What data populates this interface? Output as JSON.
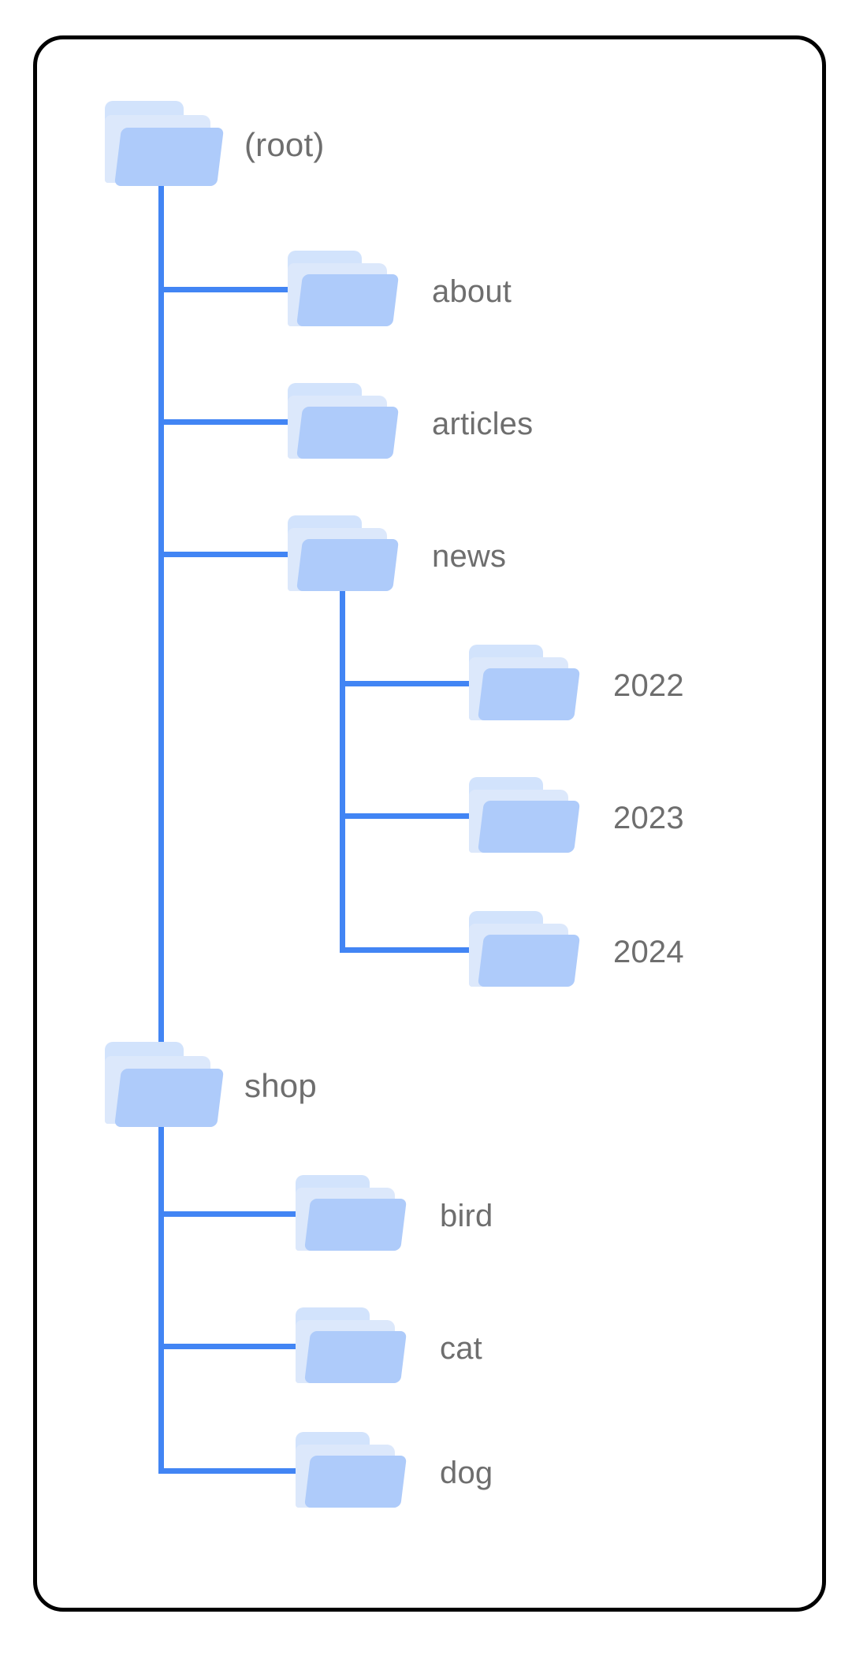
{
  "diagram": {
    "type": "folder-tree",
    "title": "",
    "colors": {
      "connector": "#4285F4",
      "folder_front": "#AECBFA",
      "folder_back": "#DCE8FB",
      "folder_tab": "#D2E3FC",
      "label_text": "#6E6E6E",
      "card_border": "#000000",
      "background": "#FFFFFF"
    },
    "root": {
      "label": "(root)",
      "icon": "folder-icon"
    },
    "nodes": [
      {
        "label": "(root)",
        "depth": 0,
        "icon": "folder-icon"
      },
      {
        "label": "about",
        "depth": 1,
        "icon": "folder-icon"
      },
      {
        "label": "articles",
        "depth": 1,
        "icon": "folder-icon"
      },
      {
        "label": "news",
        "depth": 1,
        "icon": "folder-icon"
      },
      {
        "label": "2022",
        "depth": 2,
        "icon": "folder-icon"
      },
      {
        "label": "2023",
        "depth": 2,
        "icon": "folder-icon"
      },
      {
        "label": "2024",
        "depth": 2,
        "icon": "folder-icon"
      },
      {
        "label": "shop",
        "depth": 0,
        "icon": "folder-icon"
      },
      {
        "label": "bird",
        "depth": 1,
        "icon": "folder-icon"
      },
      {
        "label": "cat",
        "depth": 1,
        "icon": "folder-icon"
      },
      {
        "label": "dog",
        "depth": 1,
        "icon": "folder-icon"
      }
    ]
  }
}
